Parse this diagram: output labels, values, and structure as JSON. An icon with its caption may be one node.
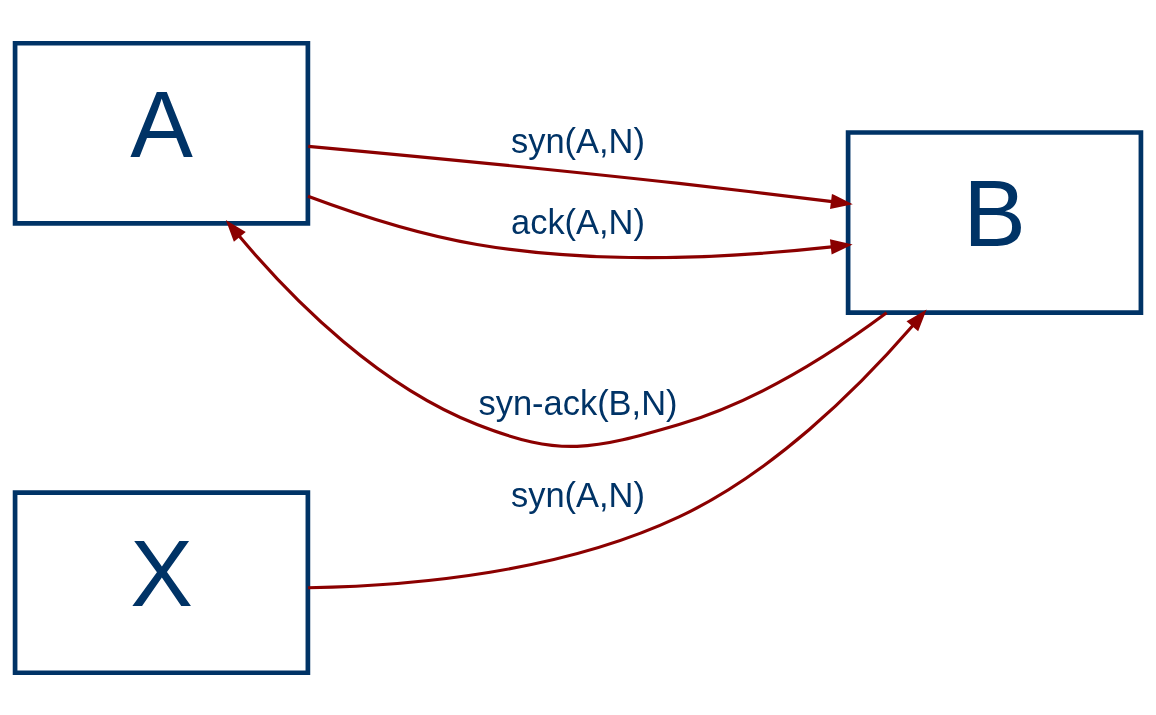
{
  "diagram": {
    "nodes": [
      {
        "text": [
          "A"
        ]
      },
      {
        "text": [
          "B"
        ]
      },
      {
        "text": [
          "X"
        ]
      }
    ],
    "edges": [
      {
        "from": 0,
        "to": 1,
        "arrow": "to",
        "label": "syn(A,N)"
      },
      {
        "from": 1,
        "to": 0,
        "arrow": "to",
        "label": "syn-ack(B,N)"
      },
      {
        "from": 0,
        "to": 1,
        "arrow": "to",
        "label": "ack(A,N)"
      },
      {
        "from": 2,
        "to": 1,
        "arrow": "to",
        "label": "syn(A,N)"
      }
    ]
  }
}
